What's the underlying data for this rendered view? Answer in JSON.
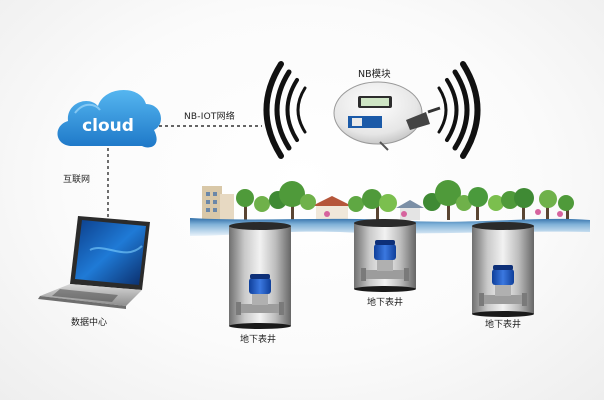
{
  "cloud": {
    "label": "cloud",
    "color": "#2f8ed6"
  },
  "links": {
    "nb_iot_label": "NB-IOT网络",
    "internet_label": "互联网"
  },
  "nb_module": {
    "label": "NB模块"
  },
  "data_center": {
    "label": "数据中心"
  },
  "wells": [
    {
      "label": "地下表井"
    },
    {
      "label": "地下表井"
    },
    {
      "label": "地下表井"
    }
  ],
  "colors": {
    "meter_blue": "#1f5fc7",
    "signal": "#111111",
    "ground": "#3d7fb8",
    "shaft": "#8c8c8c"
  }
}
